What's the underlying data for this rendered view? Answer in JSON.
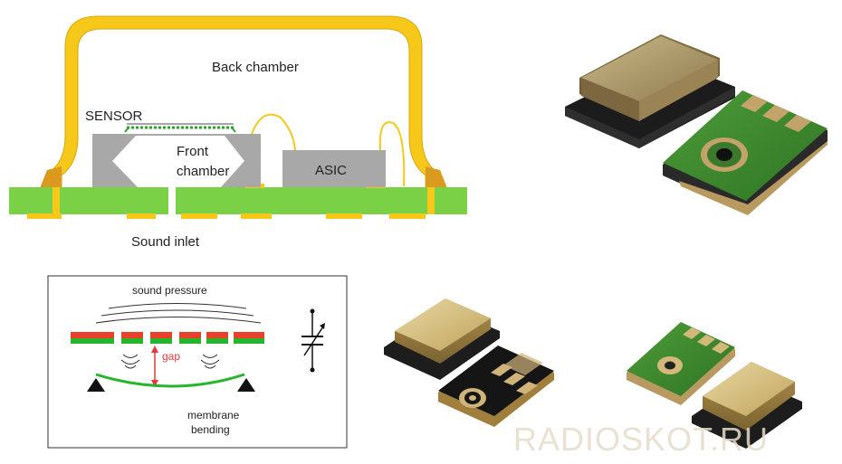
{
  "mems_cross_section": {
    "back_chamber_label": "Back chamber",
    "sensor_label": "SENSOR",
    "front_chamber_label_line1": "Front",
    "front_chamber_label_line2": "chamber",
    "asic_label": "ASIC",
    "sound_inlet_label": "Sound inlet"
  },
  "membrane_diagram": {
    "sound_pressure_label": "sound pressure",
    "gap_label": "gap",
    "membrane_bending_line1": "membrane",
    "membrane_bending_line2": "bending"
  },
  "watermark": "RADIOSKOT.RU",
  "colors": {
    "pcb_green": "#7bd146",
    "frame_yellow": "#f5c81a",
    "die_gray": "#a8a8a8",
    "electrode_red": "#e8402a",
    "membrane_green": "#27b52b",
    "gap_arrow_red": "#e03a3a",
    "package_gold": "#b59a62",
    "package_pcb_green": "#3f8a2e"
  }
}
